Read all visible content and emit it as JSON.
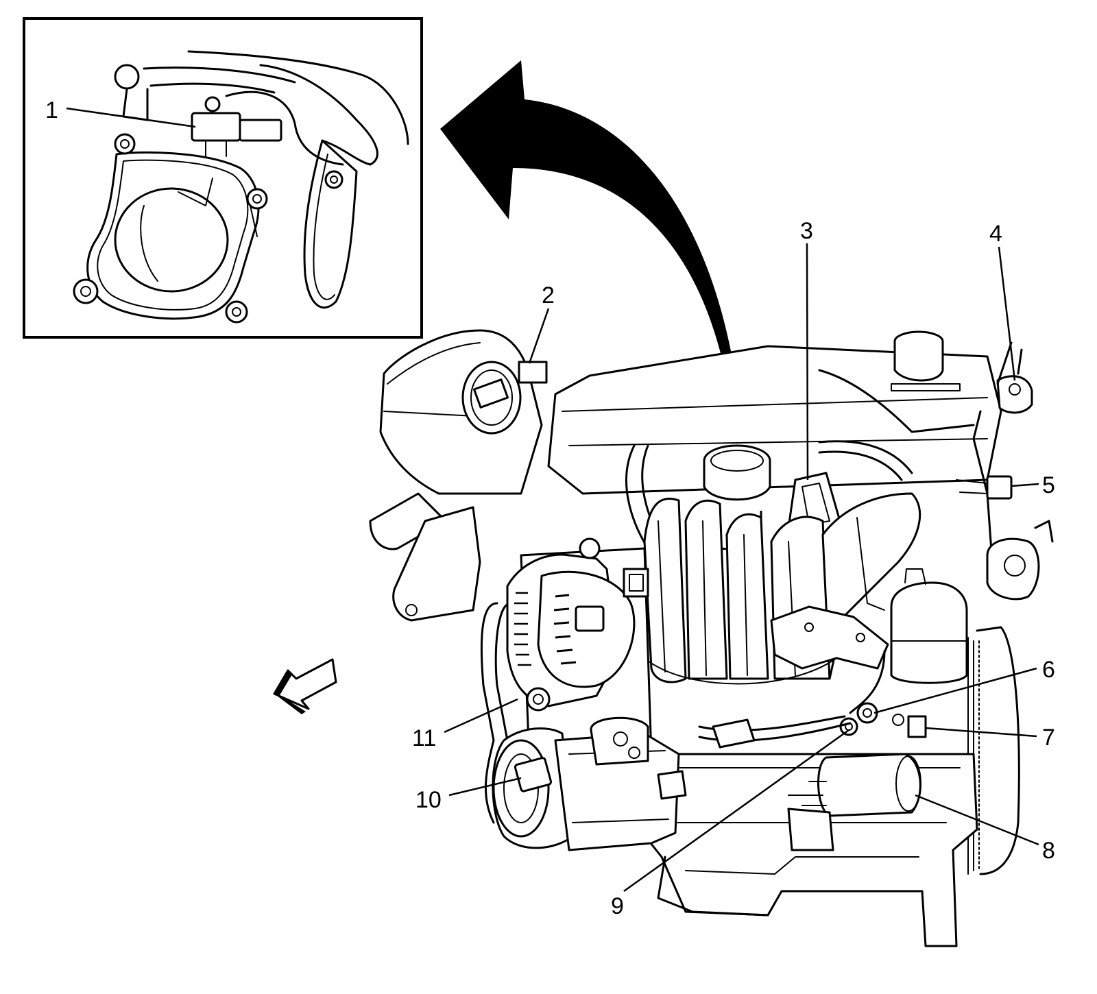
{
  "colors": {
    "ink": "#000000",
    "paper": "#ffffff"
  },
  "callouts": [
    {
      "id": "c1",
      "label": "1"
    },
    {
      "id": "c2",
      "label": "2"
    },
    {
      "id": "c3",
      "label": "3"
    },
    {
      "id": "c4",
      "label": "4"
    },
    {
      "id": "c5",
      "label": "5"
    },
    {
      "id": "c6",
      "label": "6"
    },
    {
      "id": "c7",
      "label": "7"
    },
    {
      "id": "c8",
      "label": "8"
    },
    {
      "id": "c9",
      "label": "9"
    },
    {
      "id": "c10",
      "label": "10"
    },
    {
      "id": "c11",
      "label": "11"
    }
  ]
}
